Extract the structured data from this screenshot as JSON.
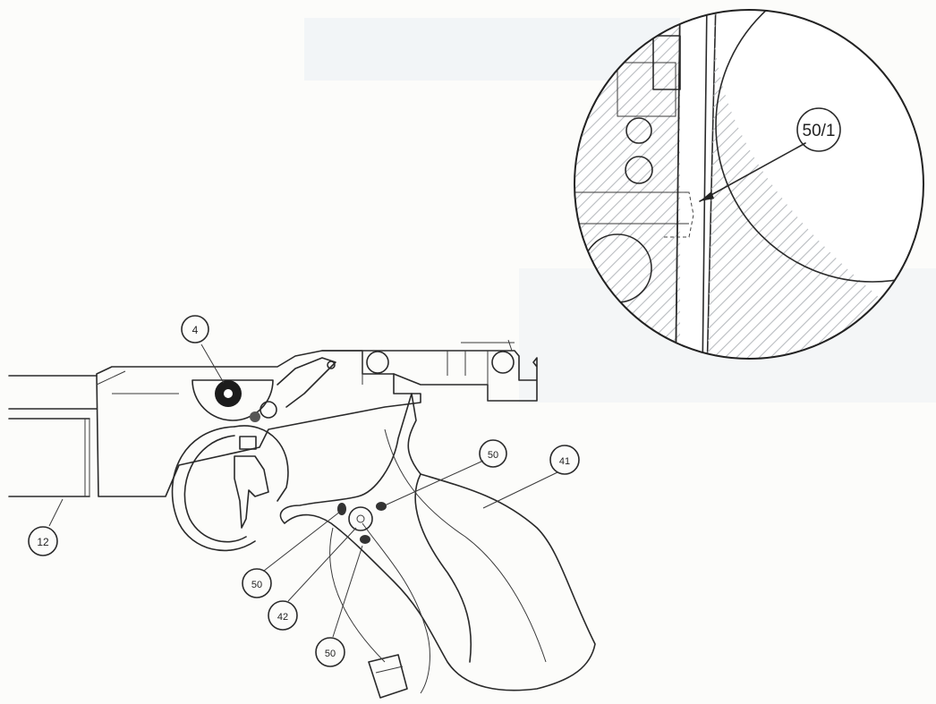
{
  "callouts": [
    {
      "id": "c4",
      "label": "4"
    },
    {
      "id": "c12",
      "label": "12"
    },
    {
      "id": "c50a",
      "label": "50"
    },
    {
      "id": "c41",
      "label": "41"
    },
    {
      "id": "c50b",
      "label": "50"
    },
    {
      "id": "c42",
      "label": "42"
    },
    {
      "id": "c50c",
      "label": "50"
    }
  ],
  "detail": {
    "label": "50/1"
  },
  "colors": {
    "ink": "#2a2a2a",
    "paper": "#fcfcfa",
    "hatch": "#b9bcc0",
    "tint": "#e8edf1"
  }
}
